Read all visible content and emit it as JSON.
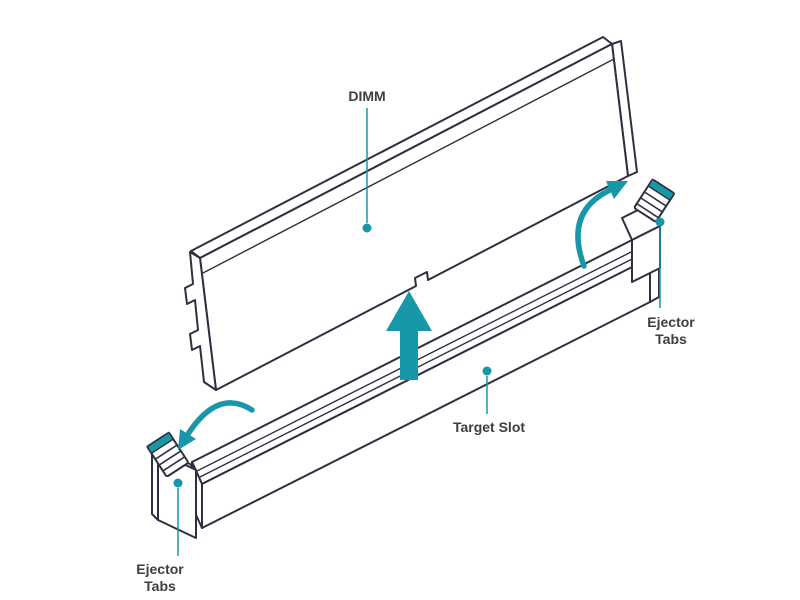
{
  "diagram": {
    "description": "DIMM installation diagram",
    "callouts": {
      "dimm": {
        "label": "DIMM"
      },
      "target_slot": {
        "label": "Target Slot"
      },
      "ejector_tabs_right": {
        "line1": "Ejector",
        "line2": "Tabs"
      },
      "ejector_tabs_left": {
        "line1": "Ejector",
        "line2": "Tabs"
      }
    },
    "icons": {
      "insert_arrow": "up-arrow",
      "rotate_arrow_left": "curved-arrow-counterclockwise",
      "rotate_arrow_right": "curved-arrow-clockwise"
    },
    "colors": {
      "accent": "#1797A8",
      "outline": "#2E3040",
      "text": "#3E3E3E"
    }
  }
}
